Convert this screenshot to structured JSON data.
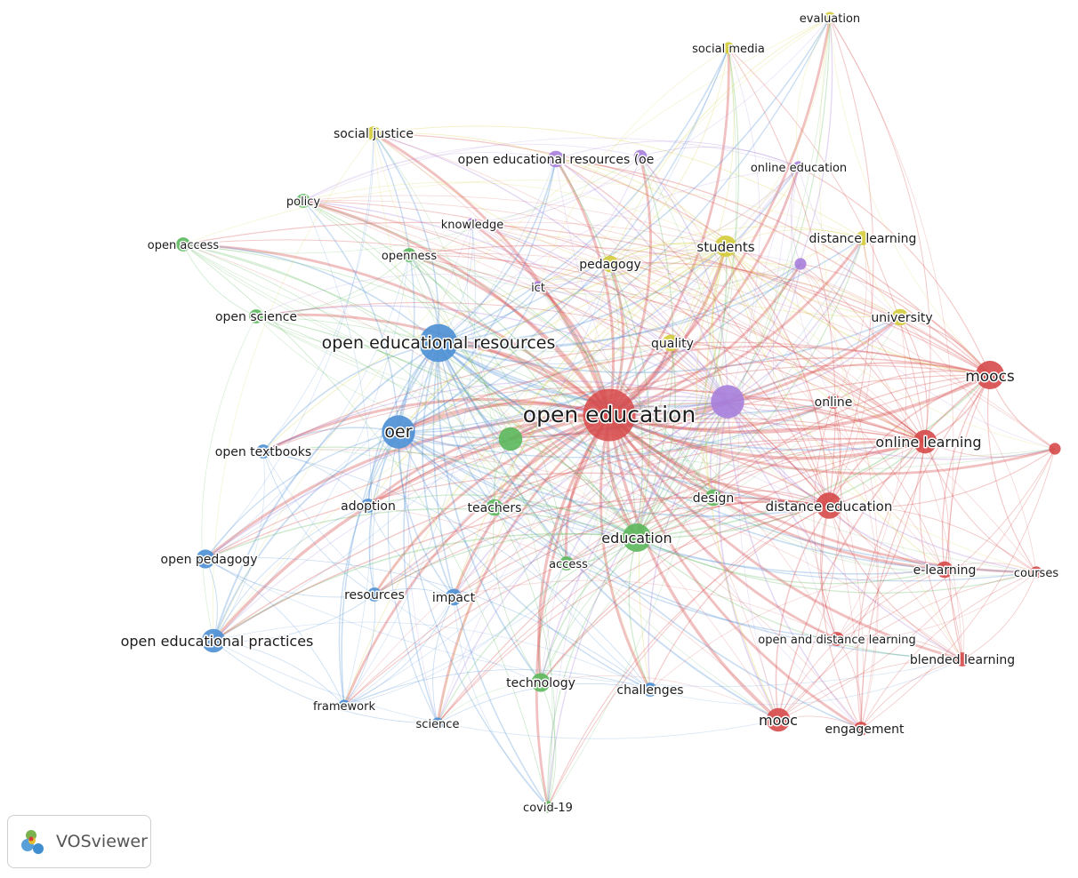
{
  "app": {
    "logo_text": "VOSviewer"
  },
  "colors": {
    "red": "#d64a4a",
    "blue": "#4d8fd4",
    "green": "#5cb85c",
    "yellow": "#d4cc3a",
    "purple": "#a77fdc"
  },
  "nodes": [
    {
      "id": "open-education",
      "label": "open education",
      "cluster": "red",
      "weight": 10
    },
    {
      "id": "moocs",
      "label": "moocs",
      "cluster": "red",
      "weight": 5
    },
    {
      "id": "online-learning",
      "label": "online learning",
      "cluster": "red",
      "weight": 4
    },
    {
      "id": "distance-education",
      "label": "distance education",
      "cluster": "red",
      "weight": 4.5
    },
    {
      "id": "online",
      "label": "online",
      "cluster": "red",
      "weight": 2
    },
    {
      "id": "e-learning",
      "label": "e-learning",
      "cluster": "red",
      "weight": 2.5
    },
    {
      "id": "courses",
      "label": "courses",
      "cluster": "red",
      "weight": 1.5
    },
    {
      "id": "blended-learning",
      "label": "blended learning",
      "cluster": "red",
      "weight": 2
    },
    {
      "id": "open-and-distance-learning",
      "label": "open and distance learning",
      "cluster": "red",
      "weight": 2
    },
    {
      "id": "mooc",
      "label": "mooc",
      "cluster": "red",
      "weight": 4
    },
    {
      "id": "engagement",
      "label": "engagement",
      "cluster": "red",
      "weight": 2
    },
    {
      "id": "red-unlabeled",
      "label": "",
      "cluster": "red",
      "weight": 1.5
    },
    {
      "id": "open-educational-resources",
      "label": "open educational resources",
      "cluster": "blue",
      "weight": 7
    },
    {
      "id": "oer",
      "label": "oer",
      "cluster": "blue",
      "weight": 6
    },
    {
      "id": "open-textbooks",
      "label": "open textbooks",
      "cluster": "blue",
      "weight": 2
    },
    {
      "id": "adoption",
      "label": "adoption",
      "cluster": "blue",
      "weight": 2
    },
    {
      "id": "open-pedagogy",
      "label": "open pedagogy",
      "cluster": "blue",
      "weight": 3
    },
    {
      "id": "open-educational-practices",
      "label": "open educational practices",
      "cluster": "blue",
      "weight": 4
    },
    {
      "id": "resources",
      "label": "resources",
      "cluster": "blue",
      "weight": 2
    },
    {
      "id": "impact",
      "label": "impact",
      "cluster": "blue",
      "weight": 2.5
    },
    {
      "id": "framework",
      "label": "framework",
      "cluster": "blue",
      "weight": 1.5
    },
    {
      "id": "science",
      "label": "science",
      "cluster": "blue",
      "weight": 1.5
    },
    {
      "id": "challenges",
      "label": "challenges",
      "cluster": "blue",
      "weight": 2
    },
    {
      "id": "policy",
      "label": "policy",
      "cluster": "green",
      "weight": 2
    },
    {
      "id": "open-access",
      "label": "open access",
      "cluster": "green",
      "weight": 2
    },
    {
      "id": "openness",
      "label": "openness",
      "cluster": "green",
      "weight": 2
    },
    {
      "id": "open-science",
      "label": "open science",
      "cluster": "green",
      "weight": 2
    },
    {
      "id": "teachers",
      "label": "teachers",
      "cluster": "green",
      "weight": 2.5
    },
    {
      "id": "education",
      "label": "education",
      "cluster": "green",
      "weight": 5
    },
    {
      "id": "design",
      "label": "design",
      "cluster": "green",
      "weight": 2.5
    },
    {
      "id": "access",
      "label": "access",
      "cluster": "green",
      "weight": 2
    },
    {
      "id": "technology",
      "label": "technology",
      "cluster": "green",
      "weight": 3
    },
    {
      "id": "covid-19",
      "label": "covid-19",
      "cluster": "green",
      "weight": 1.5
    },
    {
      "id": "green-unlabeled",
      "label": "",
      "cluster": "green",
      "weight": 4
    },
    {
      "id": "social-justice",
      "label": "social justice",
      "cluster": "yellow",
      "weight": 2
    },
    {
      "id": "social-media",
      "label": "social media",
      "cluster": "yellow",
      "weight": 1.5
    },
    {
      "id": "evaluation",
      "label": "evaluation",
      "cluster": "yellow",
      "weight": 1.5
    },
    {
      "id": "students",
      "label": "students",
      "cluster": "yellow",
      "weight": 3.5
    },
    {
      "id": "pedagogy",
      "label": "pedagogy",
      "cluster": "yellow",
      "weight": 2.5
    },
    {
      "id": "quality",
      "label": "quality",
      "cluster": "yellow",
      "weight": 2.5
    },
    {
      "id": "distance-learning",
      "label": "distance learning",
      "cluster": "yellow",
      "weight": 2
    },
    {
      "id": "university",
      "label": "university",
      "cluster": "yellow",
      "weight": 2.5
    },
    {
      "id": "open-educational-resources-oe",
      "label": "open educational resources (oe",
      "cluster": "purple",
      "weight": 2.5
    },
    {
      "id": "knowledge",
      "label": "knowledge",
      "cluster": "purple",
      "weight": 1.5
    },
    {
      "id": "ict",
      "label": "ict",
      "cluster": "purple",
      "weight": 1.5
    },
    {
      "id": "online-education",
      "label": "online education",
      "cluster": "purple",
      "weight": 1.5
    },
    {
      "id": "purple-unlabeled-large",
      "label": "",
      "cluster": "purple",
      "weight": 6
    },
    {
      "id": "purple-unlabeled-small",
      "label": "",
      "cluster": "purple",
      "weight": 1.5
    },
    {
      "id": "purple-unlabeled-top",
      "label": "",
      "cluster": "purple",
      "weight": 1.8
    }
  ]
}
